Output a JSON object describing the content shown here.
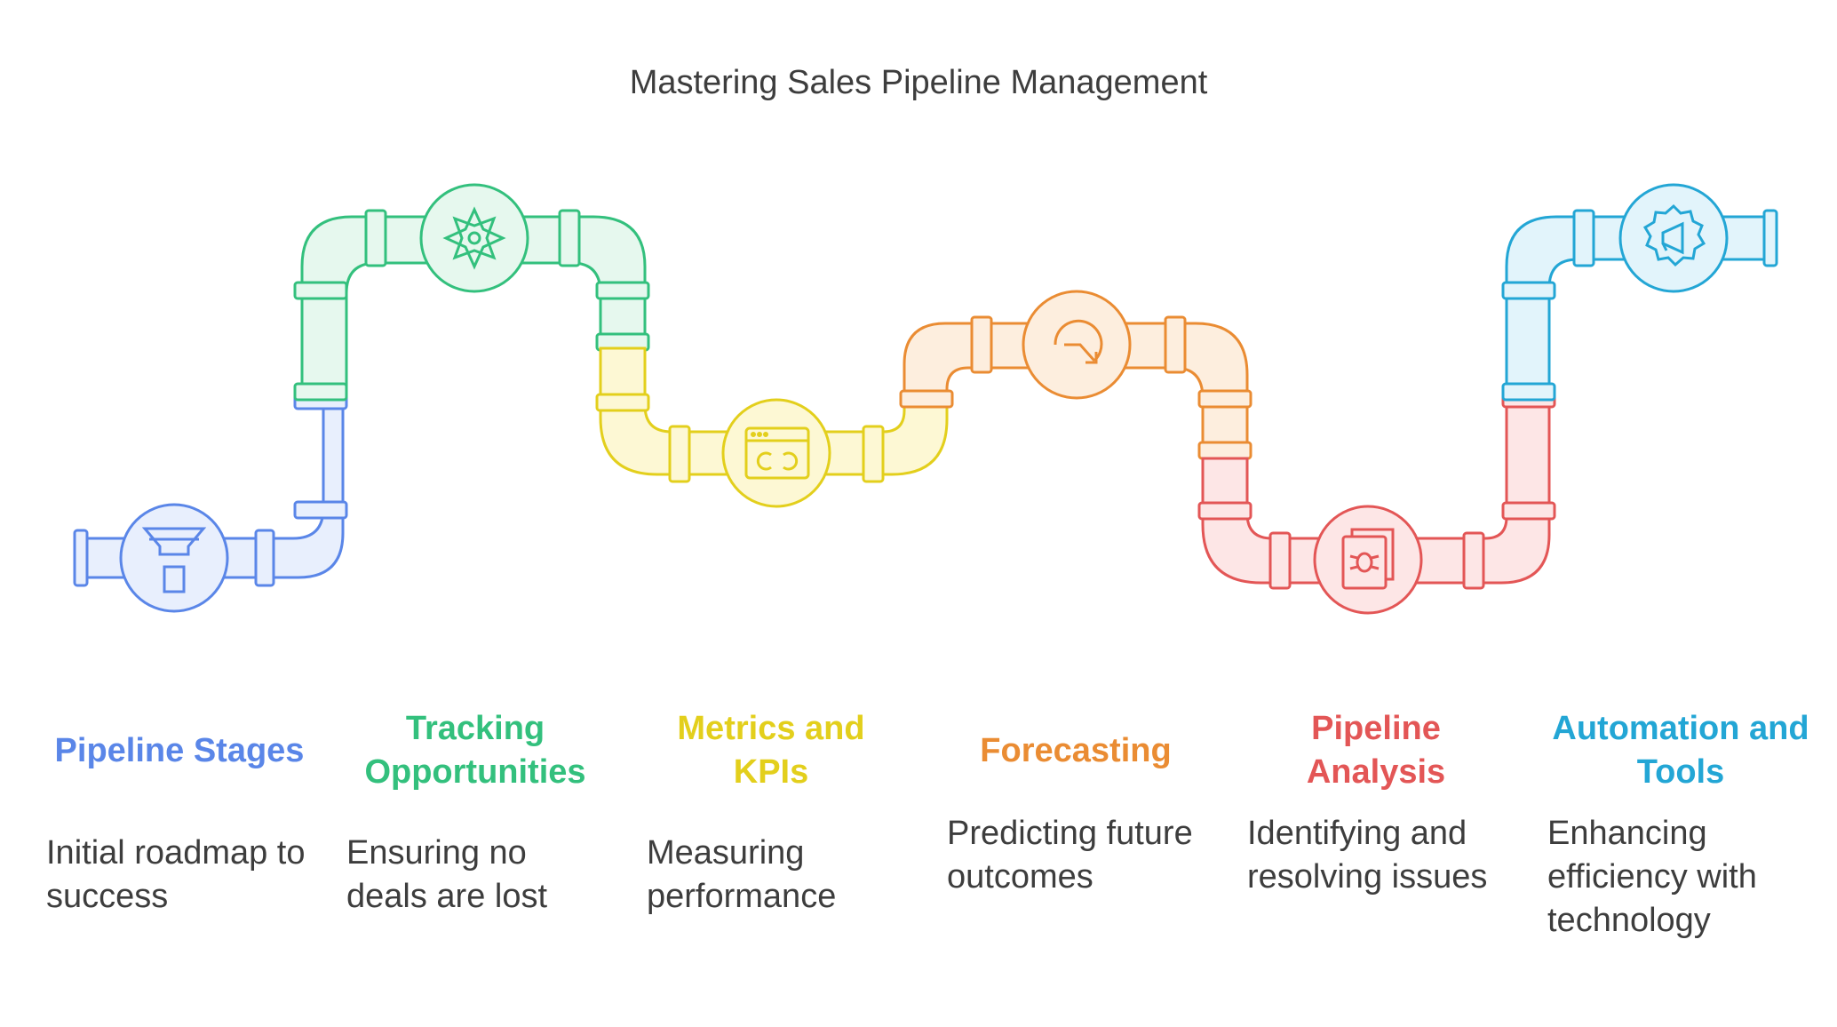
{
  "title": "Mastering Sales Pipeline Management",
  "steps": [
    {
      "heading": "Pipeline Stages",
      "description": "Initial roadmap to success",
      "color": "#5a86e8",
      "icon": "funnel-icon"
    },
    {
      "heading": "Tracking Opportunities",
      "description": "Ensuring no deals are lost",
      "color": "#33c07d",
      "icon": "compass-star-icon"
    },
    {
      "heading": "Metrics and KPIs",
      "description": "Measuring performance",
      "color": "#e3cf1c",
      "icon": "dashboard-window-icon"
    },
    {
      "heading": "Forecasting",
      "description": "Predicting future outcomes",
      "color": "#ea8c33",
      "icon": "refresh-arrow-icon"
    },
    {
      "heading": "Pipeline Analysis",
      "description": "Identifying and resolving issues",
      "color": "#e35656",
      "icon": "bug-report-icon"
    },
    {
      "heading": "Automation and Tools",
      "description": "Enhancing efficiency with technology",
      "color": "#23a6d5",
      "icon": "gear-megaphone-icon"
    }
  ]
}
